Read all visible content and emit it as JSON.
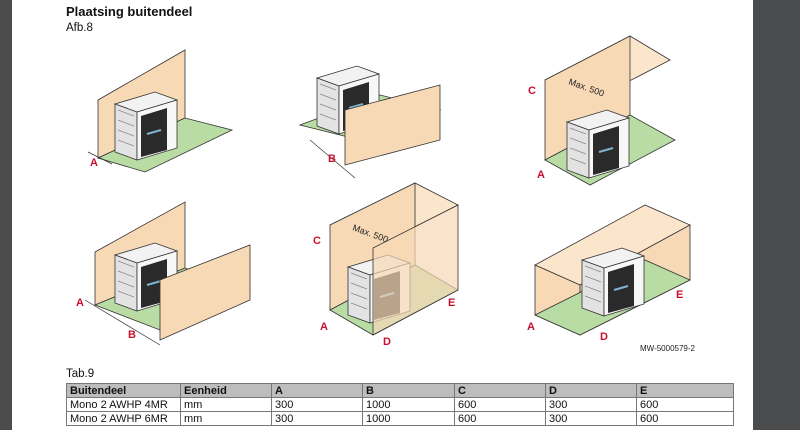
{
  "title": "Plaatsing buitendeel",
  "figure_caption": "Afb.8",
  "figure_reference": "MW-5000579-2",
  "figure_labels": {
    "a": "A",
    "b": "B",
    "c": "C",
    "d": "D",
    "e": "E",
    "max": "Max. 500"
  },
  "table_caption": "Tab.9",
  "table": {
    "headers": [
      "Buitendeel",
      "Eenheid",
      "A",
      "B",
      "C",
      "D",
      "E"
    ],
    "rows": [
      [
        "Mono 2 AWHP 4MR",
        "mm",
        "300",
        "1000",
        "600",
        "300",
        "600"
      ],
      [
        "Mono 2 AWHP 6MR",
        "mm",
        "300",
        "1000",
        "600",
        "300",
        "600"
      ]
    ]
  },
  "colors": {
    "wall": "#f7d9b5",
    "floor": "#b9dba4",
    "label": "#c8102e",
    "page_bg": "#4b4c4e"
  }
}
